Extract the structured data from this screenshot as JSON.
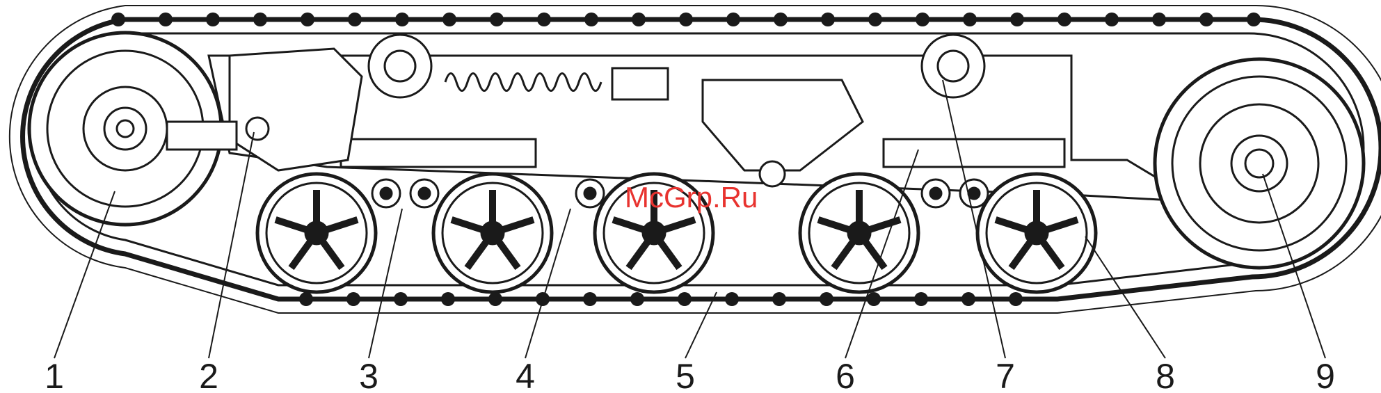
{
  "diagram": {
    "callouts": [
      "1",
      "2",
      "3",
      "4",
      "5",
      "6",
      "7",
      "8",
      "9"
    ],
    "watermark": "McGrp.Ru"
  },
  "colors": {
    "line": "#1a1a1a",
    "watermark": "#e8332f",
    "background": "#ffffff"
  }
}
